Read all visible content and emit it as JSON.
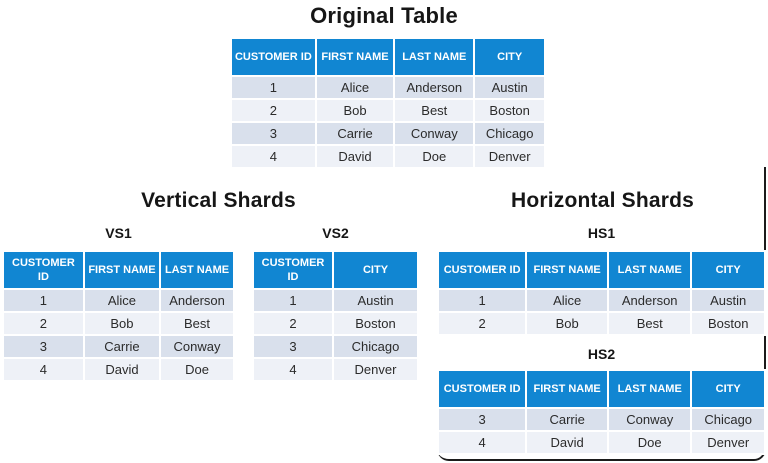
{
  "original": {
    "title": "Original Table",
    "table": {
      "columns": [
        "CUSTOMER ID",
        "FIRST NAME",
        "LAST NAME",
        "CITY"
      ],
      "rows": [
        [
          "1",
          "Alice",
          "Anderson",
          "Austin"
        ],
        [
          "2",
          "Bob",
          "Best",
          "Boston"
        ],
        [
          "3",
          "Carrie",
          "Conway",
          "Chicago"
        ],
        [
          "4",
          "David",
          "Doe",
          "Denver"
        ]
      ]
    }
  },
  "vertical": {
    "title": "Vertical Shards",
    "shards": [
      {
        "label": "VS1",
        "columns": [
          "CUSTOMER ID",
          "FIRST NAME",
          "LAST NAME"
        ],
        "rows": [
          [
            "1",
            "Alice",
            "Anderson"
          ],
          [
            "2",
            "Bob",
            "Best"
          ],
          [
            "3",
            "Carrie",
            "Conway"
          ],
          [
            "4",
            "David",
            "Doe"
          ]
        ]
      },
      {
        "label": "VS2",
        "columns": [
          "CUSTOMER ID",
          "CITY"
        ],
        "rows": [
          [
            "1",
            "Austin"
          ],
          [
            "2",
            "Boston"
          ],
          [
            "3",
            "Chicago"
          ],
          [
            "4",
            "Denver"
          ]
        ]
      }
    ]
  },
  "horizontal": {
    "title": "Horizontal Shards",
    "shards": [
      {
        "label": "HS1",
        "columns": [
          "CUSTOMER ID",
          "FIRST NAME",
          "LAST NAME",
          "CITY"
        ],
        "rows": [
          [
            "1",
            "Alice",
            "Anderson",
            "Austin"
          ],
          [
            "2",
            "Bob",
            "Best",
            "Boston"
          ]
        ]
      },
      {
        "label": "HS2",
        "columns": [
          "CUSTOMER ID",
          "FIRST NAME",
          "LAST NAME",
          "CITY"
        ],
        "rows": [
          [
            "3",
            "Carrie",
            "Conway",
            "Chicago"
          ],
          [
            "4",
            "David",
            "Doe",
            "Denver"
          ]
        ]
      }
    ]
  },
  "colors": {
    "header_bg": "#1186d2",
    "row_odd": "#d9e0ec",
    "row_even": "#eef1f7",
    "title_text": "#161616",
    "cell_text": "#2b2b2b",
    "frame": "#1b1b1b"
  }
}
